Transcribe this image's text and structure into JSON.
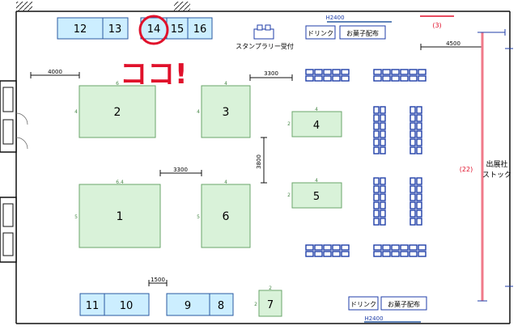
{
  "booths": {
    "b1": "1",
    "b2": "2",
    "b3": "3",
    "b4": "4",
    "b5": "5",
    "b6": "6",
    "b7": "7",
    "b8": "8",
    "b9": "9",
    "b10": "10",
    "b11": "11",
    "b12": "12",
    "b13": "13",
    "b14": "14",
    "b15": "15",
    "b16": "16"
  },
  "small_marks": {
    "six_top": "6",
    "four_top_3": "4",
    "four_left_2": "4",
    "four_left_3": "4",
    "four_top_4": "4",
    "two_left_4": "2",
    "four_top_5": "4",
    "two_left_5": "2",
    "six_four": "6.4",
    "five_left_1": "5",
    "four_top_6": "4",
    "five_left_6": "5",
    "two_top_7": "2",
    "two_left_7": "2"
  },
  "dimensions": {
    "d4000": "4000",
    "d3300_top": "3300",
    "d3300_mid": "3300",
    "d3800": "3800",
    "d1500": "1500",
    "d4500": "4500",
    "h2400_top": "H2400",
    "h2400_bottom": "H2400"
  },
  "labels": {
    "drink_top": "ドリンク",
    "snack_top": "お菓子配布",
    "drink_bottom": "ドリンク",
    "snack_bottom": "お菓子配布",
    "stamp_rally": "スタンプラリー受付",
    "stock_line1": "出展社",
    "stock_line2": "ストック",
    "stock_count": "(22)",
    "top_count": "(3)",
    "callout": "ココ!"
  },
  "colors": {
    "booth_fill": "#d9f2d9",
    "booth_stroke": "#6aa56a",
    "table_fill": "#cceeff",
    "table_stroke": "#2a5aa0",
    "chair_blue": "#1f3ea8",
    "accent_red": "#e0112b",
    "stock_pink": "#f07a8a"
  }
}
